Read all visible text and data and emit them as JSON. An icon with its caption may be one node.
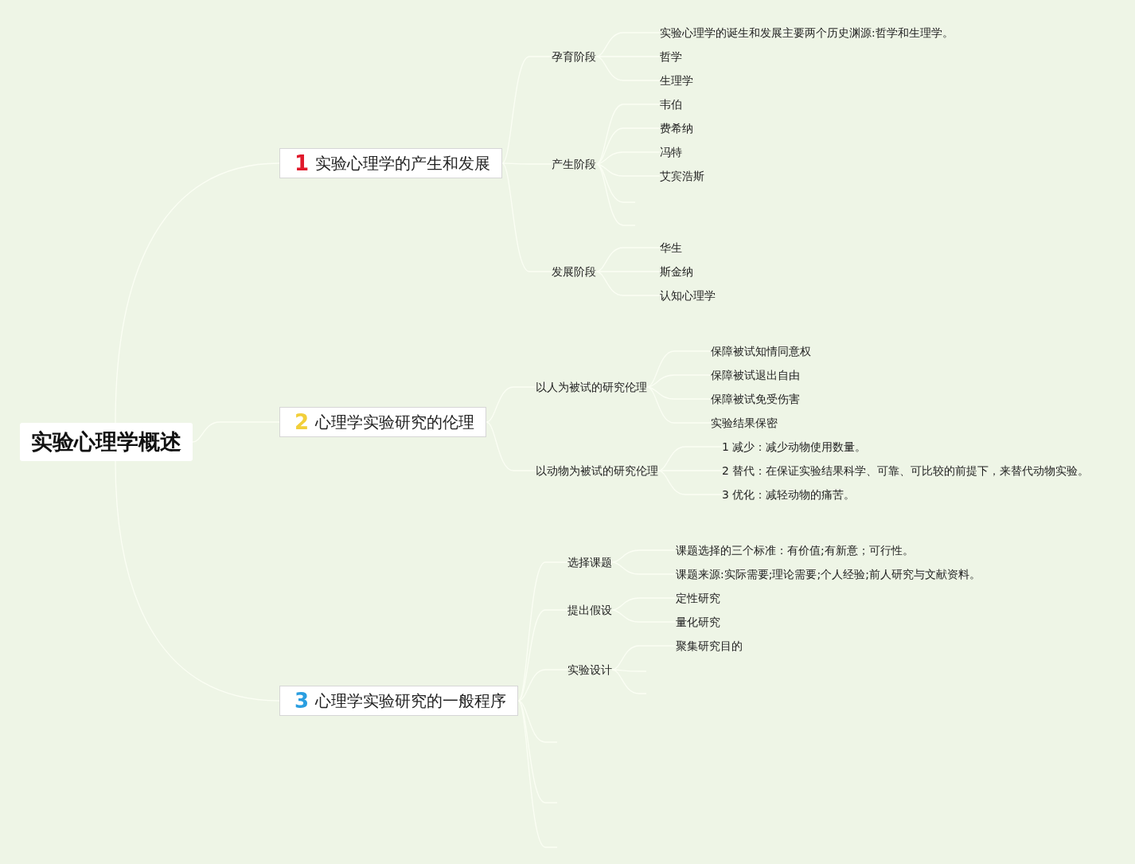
{
  "diagram": {
    "nodes": [
      {
        "text": [
          "实验心理学概述"
        ]
      },
      {
        "text": [
          "1",
          "实验心理学的产生和发展"
        ]
      },
      {
        "text": [
          "孕育阶段"
        ]
      },
      {
        "text": [
          "实验心理学的诞生和发展主要两个历史渊源:哲学和生理学。"
        ]
      },
      {
        "text": [
          "哲学"
        ]
      },
      {
        "text": [
          "生理学"
        ]
      },
      {
        "text": [
          "产生阶段"
        ]
      },
      {
        "text": [
          "韦伯"
        ]
      },
      {
        "text": [
          "费希纳"
        ]
      },
      {
        "text": [
          "冯特"
        ]
      },
      {
        "text": [
          "艾宾浩斯"
        ]
      },
      {
        "text": [
          "发展阶段"
        ]
      },
      {
        "text": [
          "华生"
        ]
      },
      {
        "text": [
          "斯金纳"
        ]
      },
      {
        "text": [
          "认知心理学"
        ]
      },
      {
        "text": [
          "2",
          "心理学实验研究的伦理"
        ]
      },
      {
        "text": [
          "以人为被试的研究伦理"
        ]
      },
      {
        "text": [
          "保障被试知情同意权"
        ]
      },
      {
        "text": [
          "保障被试退出自由"
        ]
      },
      {
        "text": [
          "保障被试免受伤害"
        ]
      },
      {
        "text": [
          "实验结果保密"
        ]
      },
      {
        "text": [
          "以动物为被试的研究伦理"
        ]
      },
      {
        "text": [
          "1 减少：减少动物使用数量。"
        ]
      },
      {
        "text": [
          "2 替代：在保证实验结果科学、可靠、可比较的前提下，来替代动物实验。"
        ]
      },
      {
        "text": [
          "3 优化：减轻动物的痛苦。"
        ]
      },
      {
        "text": [
          "3",
          "心理学实验研究的一般程序"
        ]
      },
      {
        "text": [
          "选择课题"
        ]
      },
      {
        "text": [
          "课题选择的三个标准：有价值;有新意；可行性。"
        ]
      },
      {
        "text": [
          "课题来源:实际需要;理论需要;个人经验;前人研究与文献资料。"
        ]
      },
      {
        "text": [
          "提出假设"
        ]
      },
      {
        "text": [
          "定性研究"
        ]
      },
      {
        "text": [
          "量化研究"
        ]
      },
      {
        "text": [
          "实验设计"
        ]
      },
      {
        "text": [
          "聚集研究目的"
        ]
      }
    ],
    "edges": [
      {
        "from": 0,
        "to": 1,
        "arrow": "none"
      },
      {
        "from": 1,
        "to": 2,
        "arrow": "none"
      },
      {
        "from": 2,
        "to": 3,
        "arrow": "none"
      },
      {
        "from": 2,
        "to": 4,
        "arrow": "none"
      },
      {
        "from": 2,
        "to": 5,
        "arrow": "none"
      },
      {
        "from": 1,
        "to": 6,
        "arrow": "none"
      },
      {
        "from": 6,
        "to": 7,
        "arrow": "none"
      },
      {
        "from": 6,
        "to": 8,
        "arrow": "none"
      },
      {
        "from": 6,
        "to": 9,
        "arrow": "none"
      },
      {
        "from": 6,
        "to": 10,
        "arrow": "none"
      },
      {
        "from": 6,
        "to": null,
        "arrow": "none"
      },
      {
        "from": 6,
        "to": null,
        "arrow": "none"
      },
      {
        "from": 1,
        "to": 11,
        "arrow": "none"
      },
      {
        "from": 11,
        "to": 12,
        "arrow": "none"
      },
      {
        "from": 11,
        "to": 13,
        "arrow": "none"
      },
      {
        "from": 11,
        "to": 14,
        "arrow": "none"
      },
      {
        "from": 0,
        "to": 15,
        "arrow": "none"
      },
      {
        "from": 15,
        "to": 16,
        "arrow": "none"
      },
      {
        "from": 16,
        "to": 17,
        "arrow": "none"
      },
      {
        "from": 16,
        "to": 18,
        "arrow": "none"
      },
      {
        "from": 16,
        "to": 19,
        "arrow": "none"
      },
      {
        "from": 16,
        "to": 20,
        "arrow": "none"
      },
      {
        "from": 15,
        "to": 21,
        "arrow": "none"
      },
      {
        "from": 21,
        "to": 22,
        "arrow": "none"
      },
      {
        "from": 21,
        "to": 23,
        "arrow": "none"
      },
      {
        "from": 21,
        "to": 24,
        "arrow": "none"
      },
      {
        "from": 0,
        "to": 25,
        "arrow": "none"
      },
      {
        "from": 25,
        "to": 26,
        "arrow": "none"
      },
      {
        "from": 26,
        "to": 27,
        "arrow": "none"
      },
      {
        "from": 26,
        "to": 28,
        "arrow": "none"
      },
      {
        "from": 25,
        "to": 29,
        "arrow": "none"
      },
      {
        "from": 29,
        "to": 30,
        "arrow": "none"
      },
      {
        "from": 29,
        "to": 31,
        "arrow": "none"
      },
      {
        "from": 25,
        "to": 32,
        "arrow": "none"
      },
      {
        "from": 32,
        "to": 33,
        "arrow": "none"
      },
      {
        "from": 32,
        "to": null,
        "arrow": "none"
      },
      {
        "from": 32,
        "to": null,
        "arrow": "none"
      },
      {
        "from": 25,
        "to": null,
        "arrow": "none"
      },
      {
        "from": 25,
        "to": null,
        "arrow": "none"
      },
      {
        "from": 25,
        "to": null,
        "arrow": "none"
      }
    ]
  }
}
